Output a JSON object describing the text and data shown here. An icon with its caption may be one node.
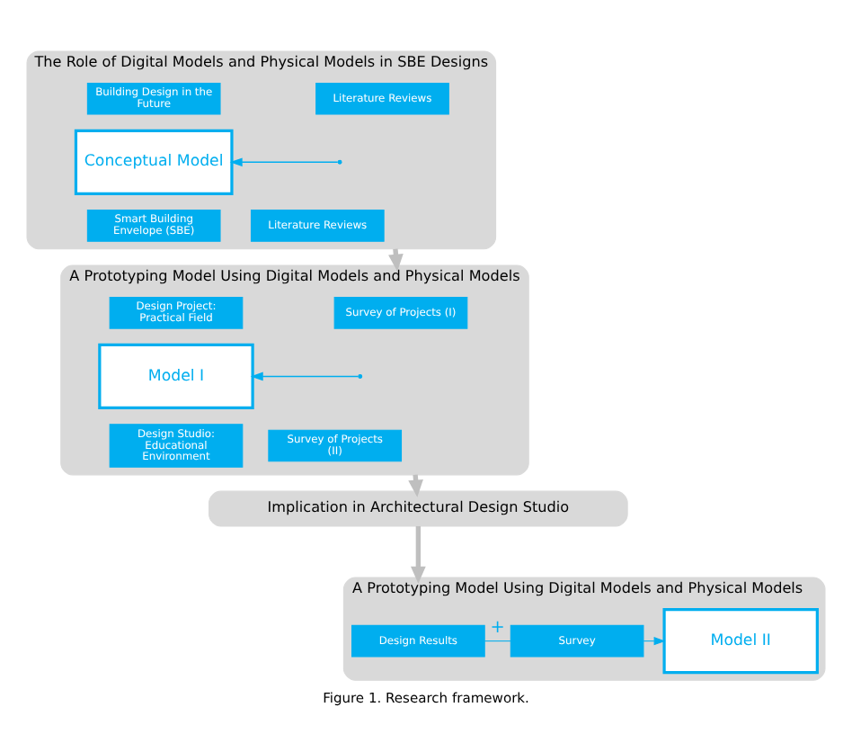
{
  "diagram": {
    "caption": "Figure 1. Research framework.",
    "nodes": [
      {
        "text": [
          "The Role of Digital Models and Physical Models in SBE Designs"
        ]
      },
      {
        "text": [
          "Literature Reviews"
        ],
        "in": 0
      },
      {
        "text": [
          "Building Design in the Future"
        ],
        "in": 0
      },
      {
        "text": [
          "Literature Reviews"
        ],
        "in": 0
      },
      {
        "text": [
          "Smart Building Envelope (SBE)"
        ],
        "in": 0
      },
      {
        "text": [
          "Conceptual Model"
        ],
        "in": 0
      },
      {
        "text": [
          "A Prototyping Model Using Digital Models and Physical Models"
        ]
      },
      {
        "text": [
          "Survey of Projects (I)"
        ],
        "in": 6
      },
      {
        "text": [
          "Design Project: Practical Field"
        ],
        "in": 6
      },
      {
        "text": [
          "Survey of Projects (II)"
        ],
        "in": 6
      },
      {
        "text": [
          "Design Studio: Educational Environment"
        ],
        "in": 6
      },
      {
        "text": [
          "Model I"
        ],
        "in": 6
      },
      {
        "text": [
          "Implication in Architectural Design Studio"
        ]
      },
      {
        "text": [
          "A Prototyping Model Using Digital Models and Physical Models"
        ]
      },
      {
        "text": [
          "Design Results"
        ],
        "in": 13
      },
      {
        "text": [
          "Survey"
        ],
        "in": 13
      },
      {
        "text": [
          "Model II"
        ],
        "in": 13
      }
    ],
    "edges": [
      {
        "from": null,
        "to": 5,
        "arrow": "to",
        "color": "#00aeef"
      },
      {
        "from": null,
        "to": 11,
        "arrow": "to",
        "color": "#00aeef"
      },
      {
        "from": 0,
        "to": 6,
        "arrow": "to",
        "style": "thick",
        "color": "#bfbfbf"
      },
      {
        "from": 6,
        "to": 12,
        "arrow": "to",
        "style": "thick",
        "color": "#bfbfbf"
      },
      {
        "from": 12,
        "to": 13,
        "arrow": "to",
        "style": "thick",
        "color": "#bfbfbf"
      },
      {
        "from": 14,
        "to": 15,
        "arrow": "none",
        "label": "+",
        "color": "#00aeef"
      },
      {
        "from": 15,
        "to": 16,
        "arrow": "to",
        "color": "#00aeef"
      }
    ]
  }
}
